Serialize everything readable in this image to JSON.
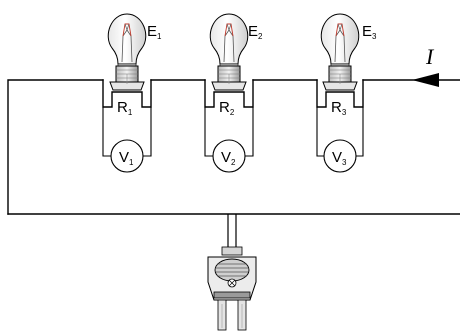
{
  "lamps": [
    {
      "base": "E",
      "sub": "1"
    },
    {
      "base": "E",
      "sub": "2"
    },
    {
      "base": "E",
      "sub": "3"
    }
  ],
  "resistors": [
    {
      "base": "R",
      "sub": "1"
    },
    {
      "base": "R",
      "sub": "2"
    },
    {
      "base": "R",
      "sub": "3"
    }
  ],
  "voltmeters": [
    {
      "base": "V",
      "sub": "1"
    },
    {
      "base": "V",
      "sub": "2"
    },
    {
      "base": "V",
      "sub": "3"
    }
  ],
  "current_label": "I"
}
